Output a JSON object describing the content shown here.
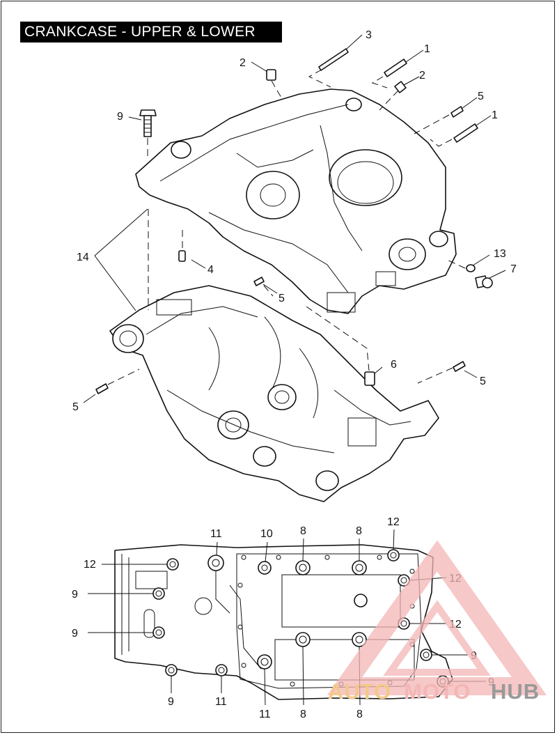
{
  "title": "CRANKCASE - UPPER & LOWER",
  "callouts": {
    "c1a": "1",
    "c1b": "1",
    "c2a": "2",
    "c2b": "2",
    "c3": "3",
    "c4": "4",
    "c5a": "5",
    "c5b": "5",
    "c5c": "5",
    "c5d": "5",
    "c6": "6",
    "c7": "7",
    "c9top": "9",
    "c13": "13",
    "c14": "14",
    "b11a": "11",
    "b10": "10",
    "b8a": "8",
    "b8b": "8",
    "b12a": "12",
    "b12b": "12",
    "b12c": "12",
    "b12d": "12",
    "b9a": "9",
    "b9b": "9",
    "b9c": "9",
    "b9d": "9",
    "b9e": "9",
    "b11b": "11",
    "b11c": "11",
    "b8c": "8",
    "b8d": "8"
  },
  "watermark": {
    "part1": "AUTO",
    "part2": "MOTO",
    "part3": "HUB",
    "color_light": "#f4b6b6",
    "color_dark": "#999999",
    "color_gold": "#f3c98a"
  }
}
